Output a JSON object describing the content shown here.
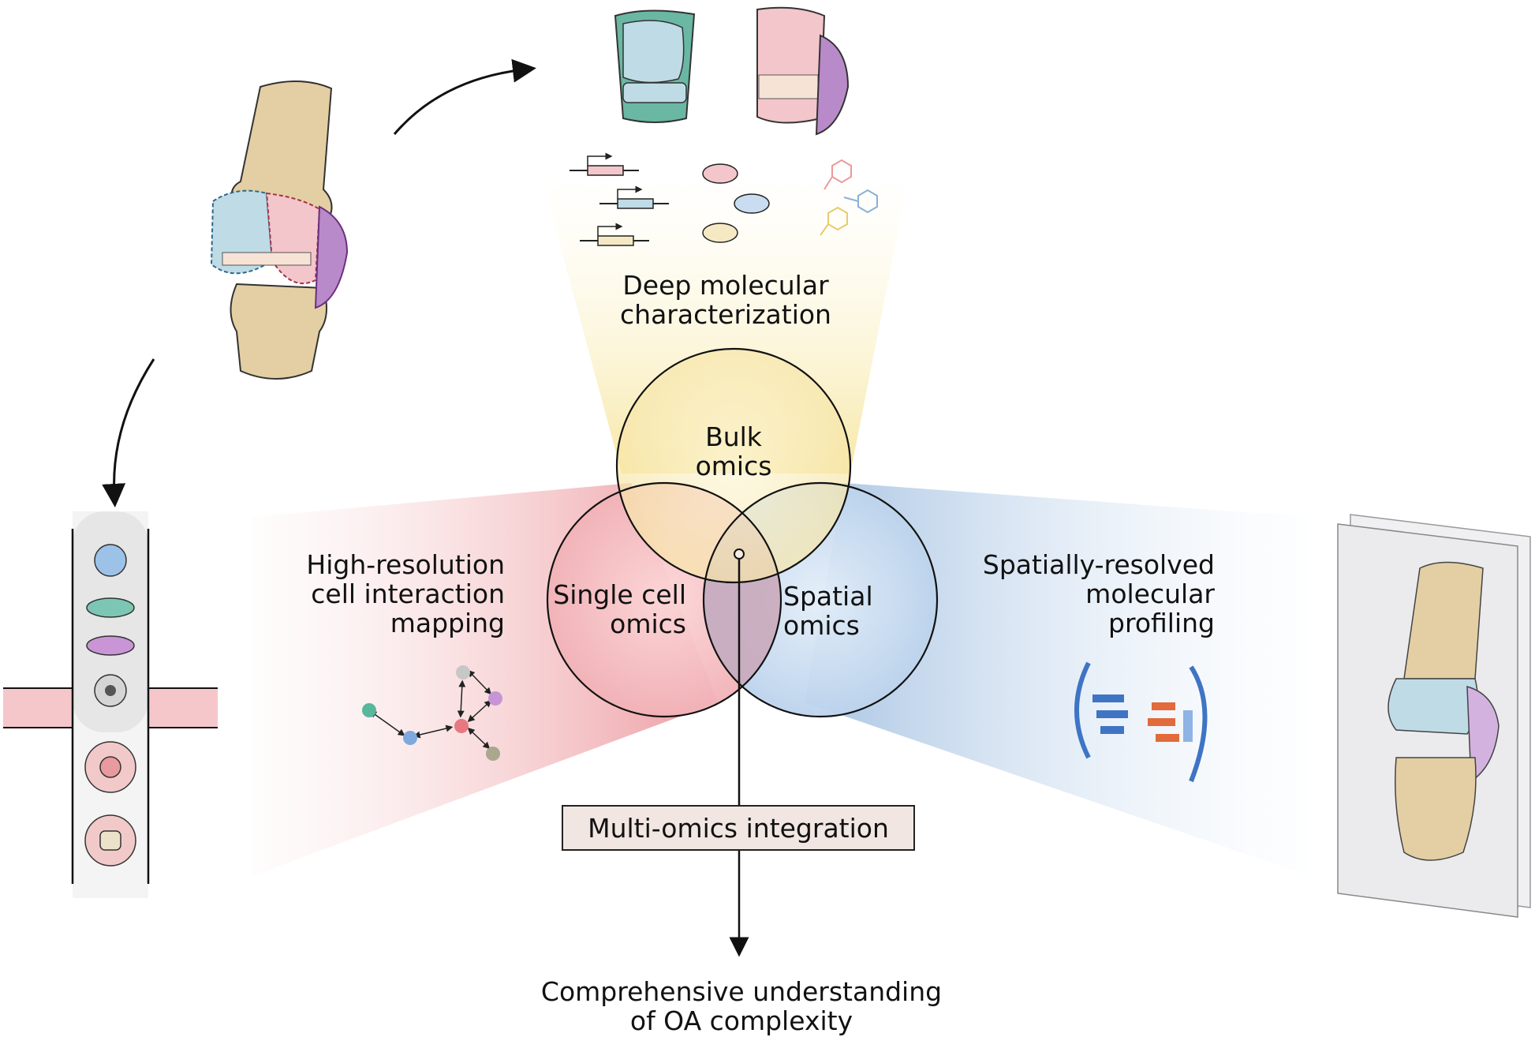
{
  "bulk": {
    "line1": "Bulk",
    "line2": "omics"
  },
  "single_cell": {
    "line1": "Single cell",
    "line2": "omics"
  },
  "spatial": {
    "line1": "Spatial",
    "line2": "omics"
  },
  "deep_molecular": {
    "line1": "Deep molecular",
    "line2": "characterization"
  },
  "high_resolution": {
    "line1": "High-resolution",
    "line2": "cell interaction",
    "line3": "mapping"
  },
  "spatially_resolved": {
    "line1": "Spatially-resolved",
    "line2": "molecular",
    "line3": "profiling"
  },
  "integration": {
    "label": "Multi-omics integration"
  },
  "outcome": {
    "line1": "Comprehensive understanding",
    "line2": "of OA complexity"
  },
  "colors": {
    "bulk": "#f8ecb8",
    "single_cell": "#f2b9bd",
    "spatial": "#c9dcf0",
    "bone": "#e3cfa3",
    "cartilage_blue": "#bfdbe6",
    "meniscus_pink": "#f3c6cb",
    "synovium_purple": "#b98ac9",
    "integration_box": "#f1e6e1"
  }
}
